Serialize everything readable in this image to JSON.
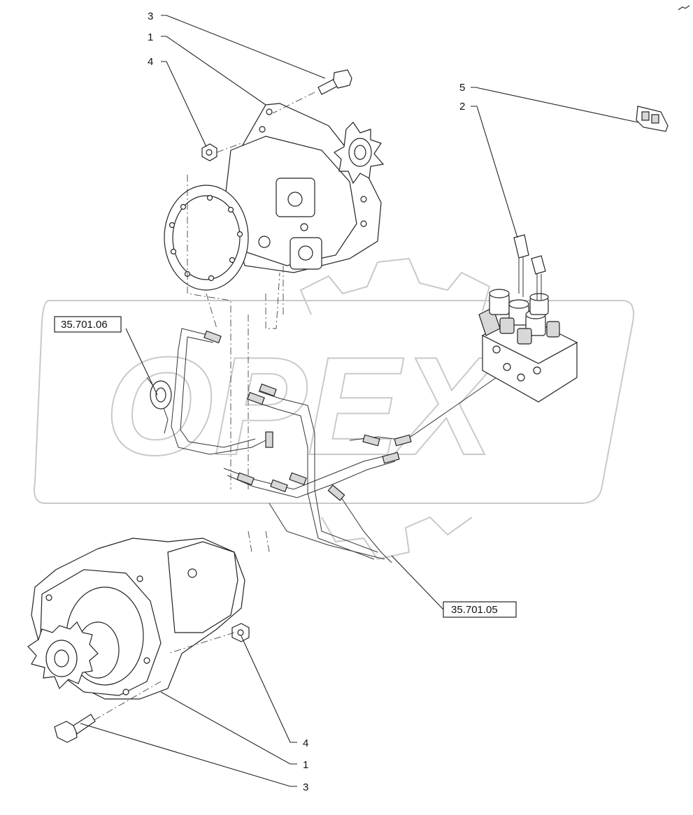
{
  "callouts": {
    "top_3": "3",
    "top_1": "1",
    "top_4": "4",
    "top_5": "5",
    "top_2": "2",
    "bottom_4": "4",
    "bottom_1": "1",
    "bottom_3": "3"
  },
  "references": {
    "ref_a": "35.701.06",
    "ref_b": "35.701.05"
  },
  "watermark": "OPEX"
}
